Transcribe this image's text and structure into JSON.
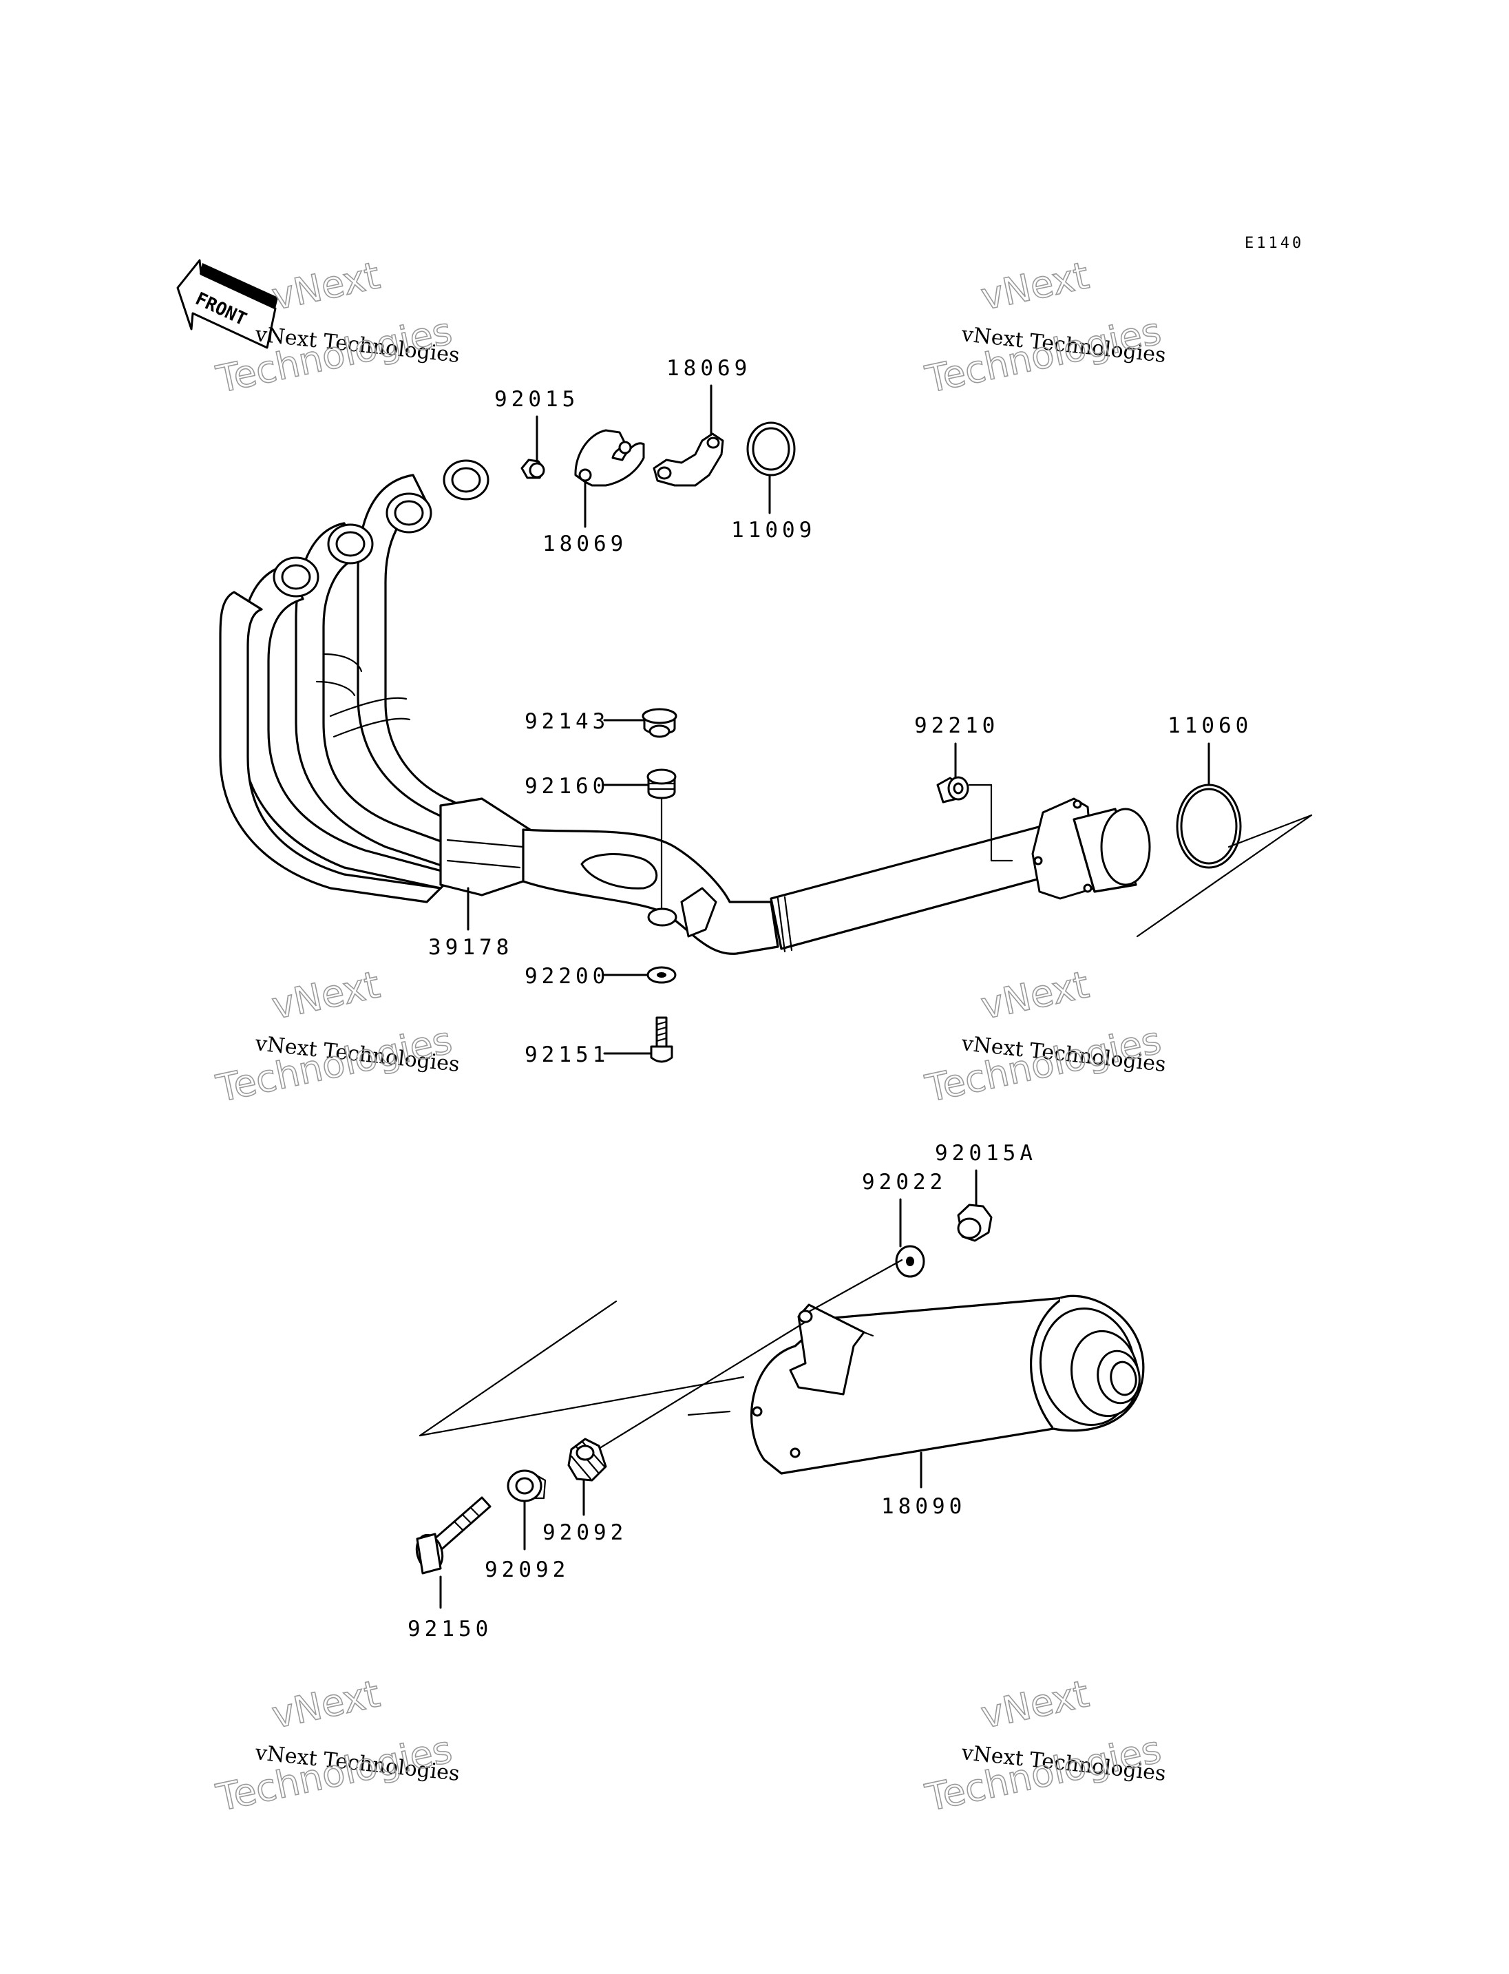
{
  "diagram": {
    "code": "E1140",
    "front_label": "FRONT",
    "watermark": {
      "line1": "vNext Technologies",
      "line2": "vNext",
      "line3": "Technologies"
    },
    "parts": {
      "p92015": "92015",
      "p18069_top": "18069",
      "p18069_bottom": "18069",
      "p11009": "11009",
      "p92143": "92143",
      "p92160": "92160",
      "p92210": "92210",
      "p11060": "11060",
      "p39178": "39178",
      "p92200": "92200",
      "p92151": "92151",
      "p92015A": "92015A",
      "p92022": "92022",
      "p18090": "18090",
      "p92092_right": "92092",
      "p92092_left": "92092",
      "p92150": "92150"
    }
  }
}
